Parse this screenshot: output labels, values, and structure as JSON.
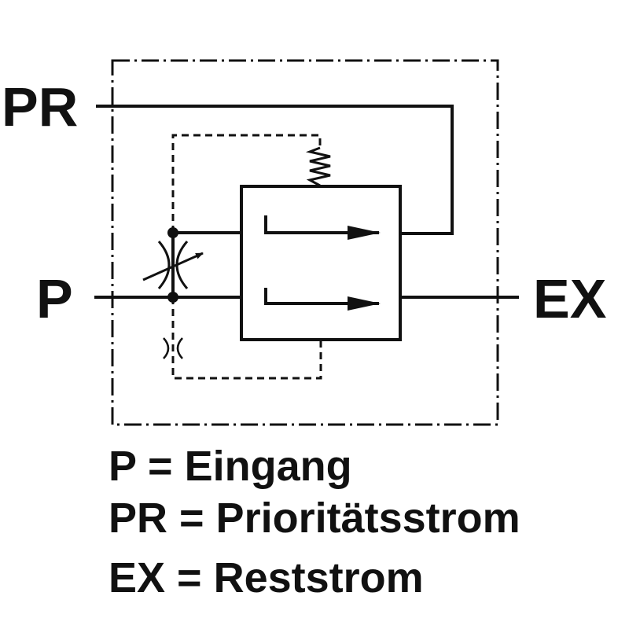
{
  "ports": {
    "pr": "PR",
    "p": "P",
    "ex": "EX"
  },
  "legend": [
    "P = Eingang",
    "PR = Prioritätsstrom",
    "EX = Reststrom"
  ],
  "colors": {
    "ink": "#111111",
    "background": "#ffffff"
  }
}
